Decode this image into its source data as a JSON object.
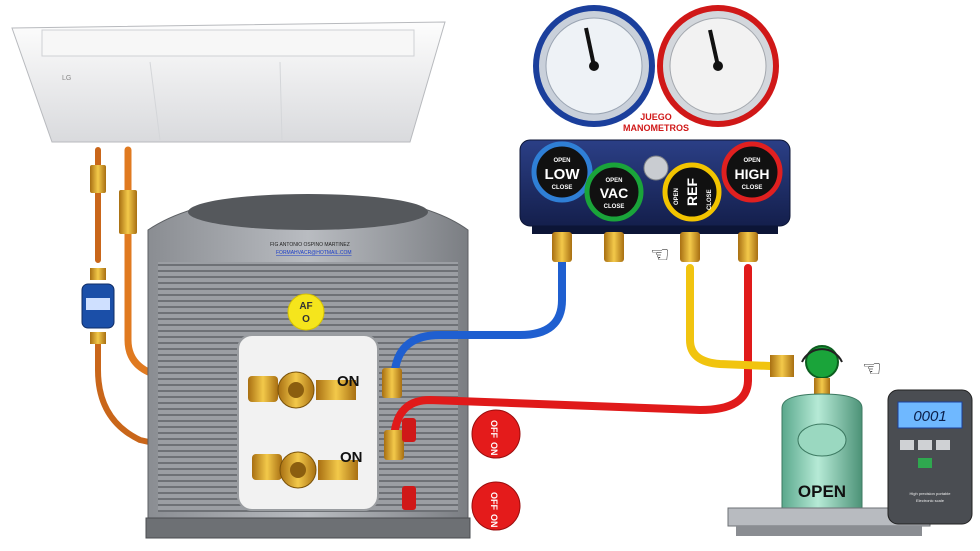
{
  "indoor_unit": {
    "brand": "LG"
  },
  "condenser": {
    "author_line": "FIG ANTONIO OSPINO MARTINEZ",
    "author_email": "FORMAHVACR@HOTMAIL.COM",
    "af_badge_top": "AF",
    "af_badge_bottom": "O",
    "valve_top_label": "ON",
    "valve_bottom_label": "ON"
  },
  "manifold": {
    "title_line1": "JUEGO",
    "title_line2": "MANOMETROS",
    "knobs": [
      {
        "name": "LOW",
        "open": "OPEN",
        "close": "CLOSE",
        "ring": "#2f7fd6"
      },
      {
        "name": "VAC",
        "open": "OPEN",
        "close": "CLOSE",
        "ring": "#1aa43a"
      },
      {
        "name": "REF",
        "open": "OPEN",
        "close": "CLOSE",
        "ring": "#f2c400"
      },
      {
        "name": "HIGH",
        "open": "OPEN",
        "close": "CLOSE",
        "ring": "#e02020"
      }
    ]
  },
  "off_on_valves": [
    {
      "off": "OFF",
      "on": "ON"
    },
    {
      "off": "OFF",
      "on": "ON"
    }
  ],
  "cylinder": {
    "label": "OPEN"
  },
  "scale": {
    "display": "0001",
    "caption1": "High precision portable",
    "caption2": "Electronic scale"
  },
  "colors": {
    "low_hose": "#1f5fd0",
    "high_hose": "#e01a1a",
    "ref_hose": "#f1c40f",
    "copper": "#e07a20",
    "manifold_body": "#1e2f6e"
  }
}
